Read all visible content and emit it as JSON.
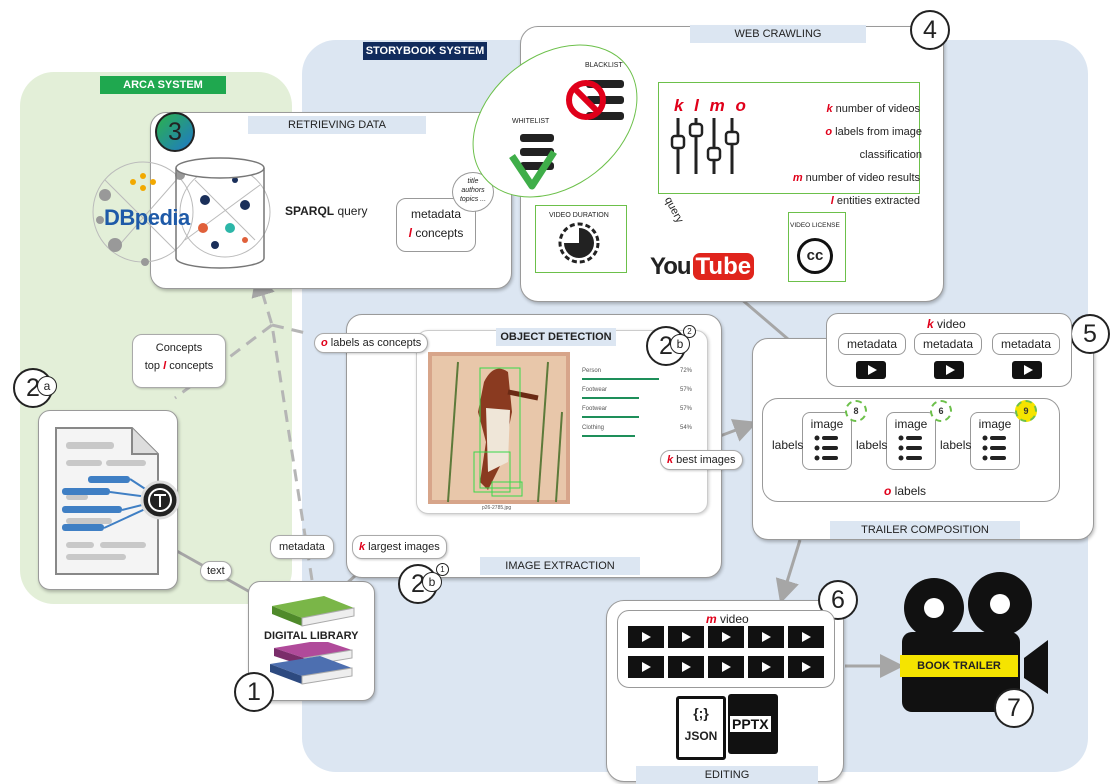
{
  "regions": {
    "arca": "ARCA SYSTEM",
    "storybook": "STORYBOOK SYSTEM",
    "web_crawling": "WEB CRAWLING",
    "retrieving": "RETRIEVING DATA",
    "object_detection": "OBJECT DETECTION",
    "image_extraction": "IMAGE EXTRACTION",
    "trailer_composition": "TRAILER COMPOSITION",
    "editing": "EDITING"
  },
  "numbers": {
    "n1": "1",
    "n2": "2",
    "n3": "3",
    "n4": "4",
    "n5": "5",
    "n6": "6",
    "n7": "7",
    "sub_a": "a",
    "sub_b": "b",
    "sup_1": "1",
    "sup_2": "2"
  },
  "retrieving": {
    "dbpedia": "DBpedia",
    "sparql_bold": "SPARQL",
    "sparql_rest": " query",
    "metadata": "metadata",
    "concepts_var": "l",
    "concepts": " concepts",
    "bubble": [
      "title",
      "authors",
      "topics ..."
    ]
  },
  "crawling": {
    "blacklist": "BLACKLIST",
    "whitelist": "WHITELIST",
    "video_duration": "VIDEO DURATION",
    "video_license": "VIDEO LICENSE",
    "cc": "cc",
    "query": "query",
    "youtube_you": "You",
    "youtube_tube": "Tube",
    "klmo": "k l m o",
    "params": [
      {
        "var": "k",
        "text": " number of videos"
      },
      {
        "var": "o",
        "text": " labels from image classification"
      },
      {
        "var": "m",
        "text": " number of video results"
      },
      {
        "var": "l",
        "text": " entities extracted"
      }
    ]
  },
  "arca": {
    "concepts": "Concepts",
    "top_pre": "top ",
    "top_var": "l",
    "top_post": " concepts",
    "text_label": "text",
    "metadata_label": "metadata"
  },
  "detection": {
    "o_var": "o",
    "o_labels": " labels as concepts",
    "caption": "p26-2785.jpg",
    "results": [
      {
        "label": "Person",
        "pct": "72%"
      },
      {
        "label": "Footwear",
        "pct": "57%"
      },
      {
        "label": "Footwear",
        "pct": "57%"
      },
      {
        "label": "Clothing",
        "pct": "54%"
      }
    ],
    "k_var": "k",
    "best_images": " best images",
    "largest_var": "k",
    "largest_images": " largest images"
  },
  "library": "DIGITAL LIBRARY",
  "composition": {
    "k_var": "k",
    "video": " video",
    "metadata": "metadata",
    "image": "image",
    "labels": "labels",
    "scores": [
      "8",
      "6",
      "9"
    ],
    "o_var": "o",
    "o_labels": " labels"
  },
  "editing": {
    "m_var": "m",
    "video": " video",
    "json": "JSON",
    "json_brace": "{;}",
    "pptx": "PPTX"
  },
  "book_trailer": "BOOK TRAILER",
  "colors": {
    "arca_bg": "#e3efd8",
    "storybook_bg": "#dce6f2",
    "arca_tag": "#1fa84f",
    "storybook_tag": "#112b5c",
    "label_tag": "#dce6f2",
    "green": "#6cc04a",
    "red": "#e0001a",
    "youtube_red": "#e0241c",
    "trailer_yellow": "#f5e400"
  }
}
